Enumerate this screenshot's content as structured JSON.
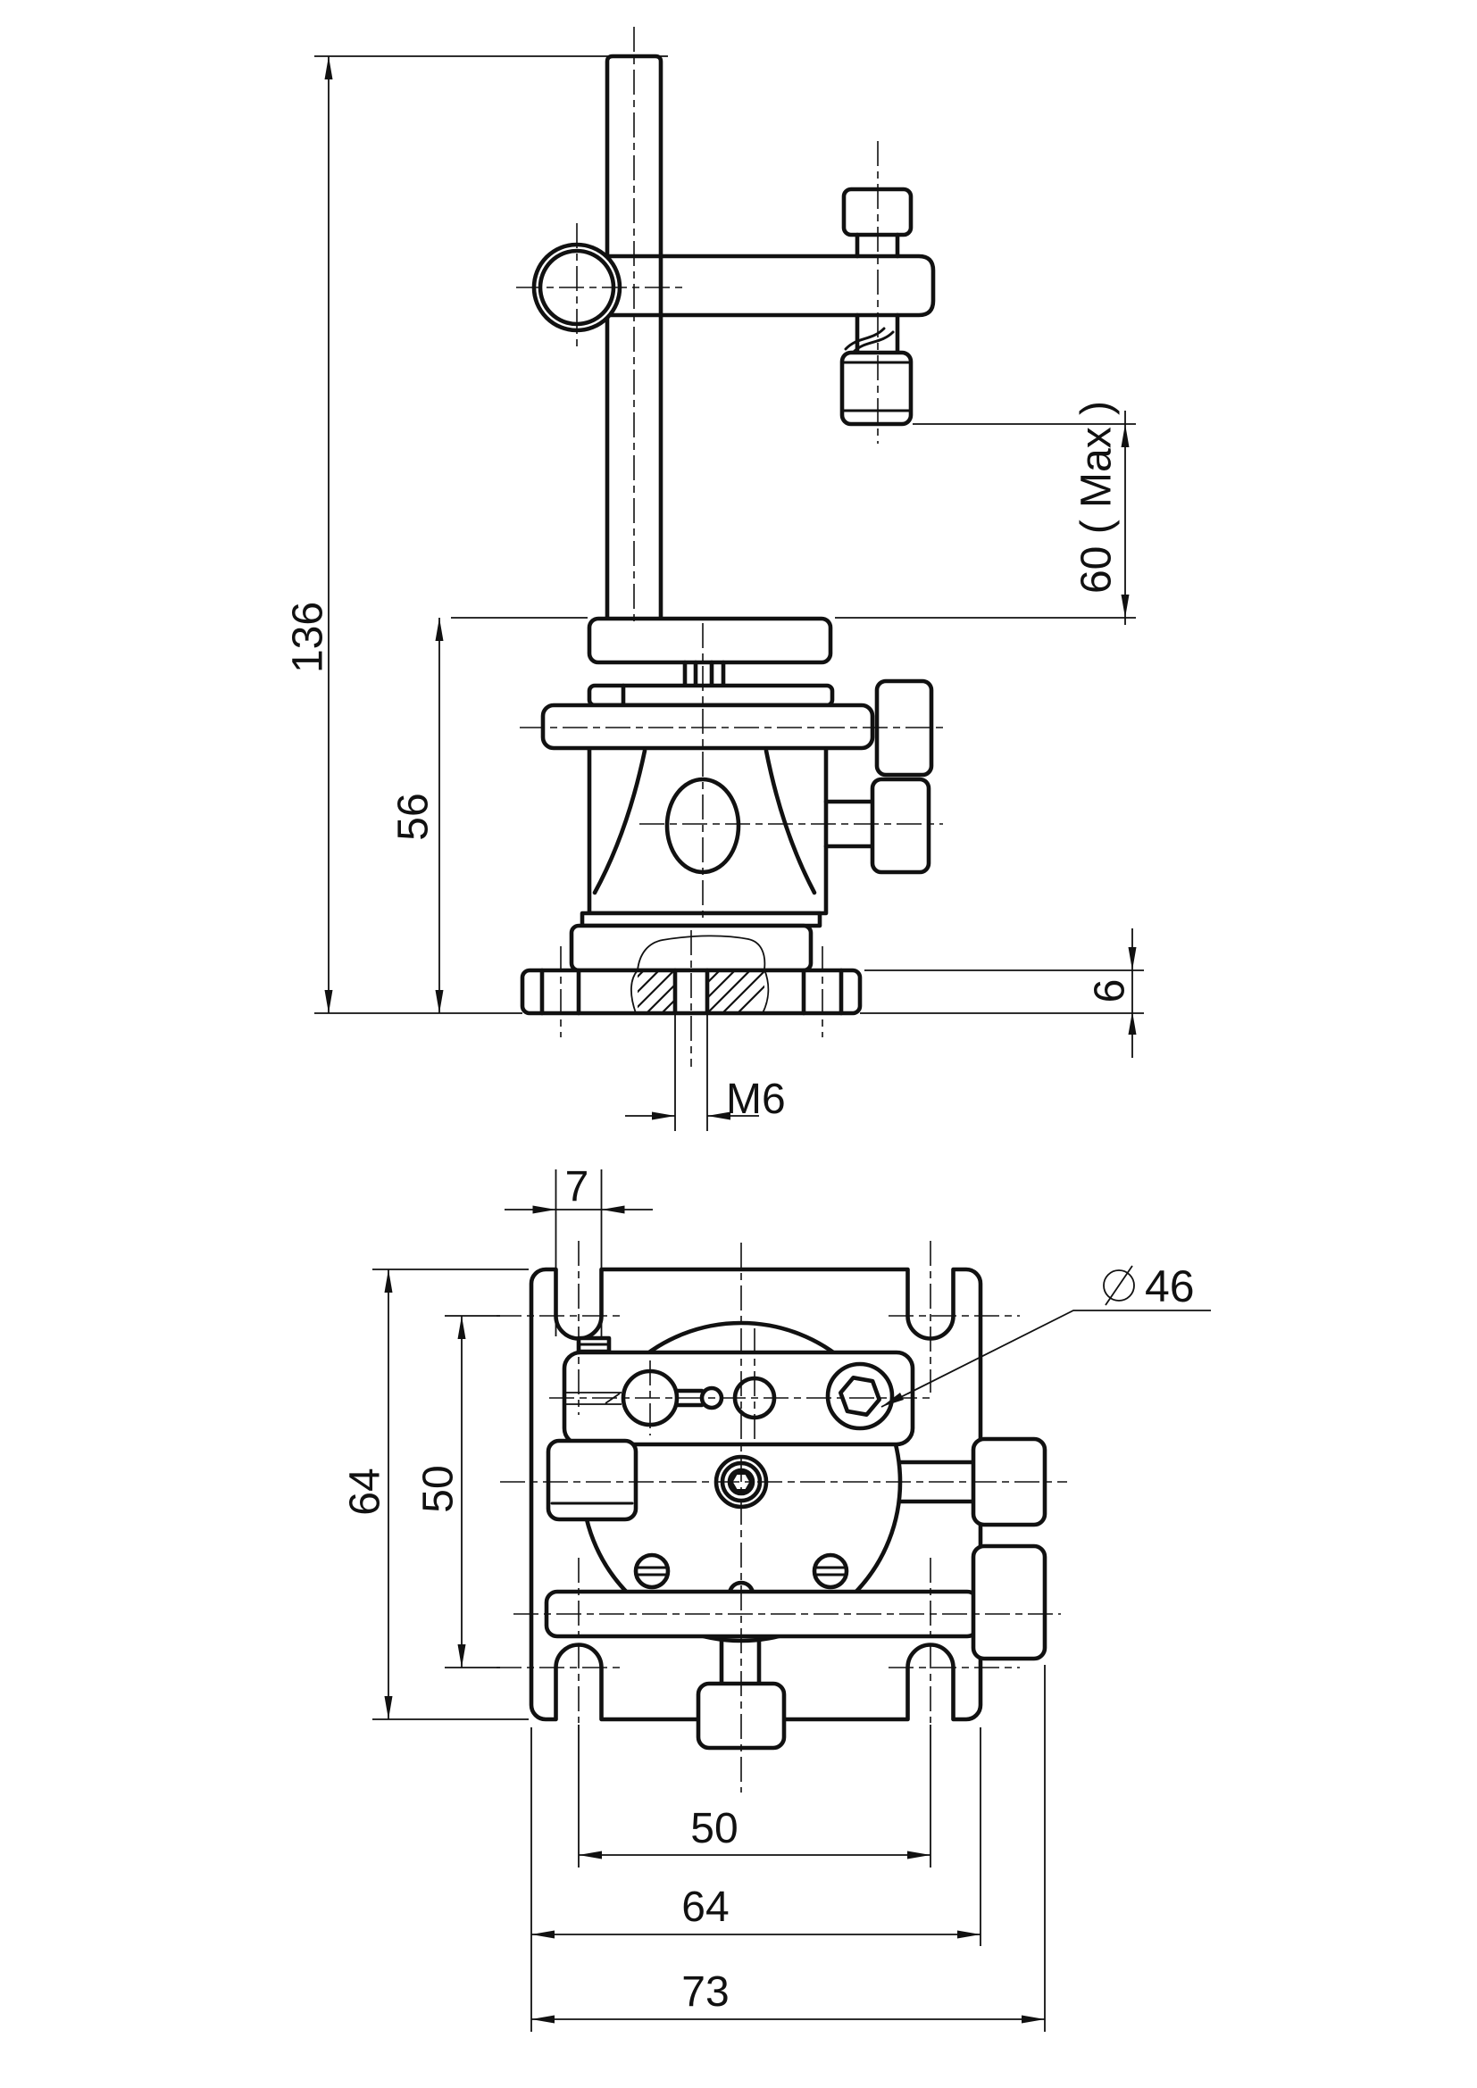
{
  "front_view": {
    "dims": {
      "overall_height": "136",
      "stage_height": "56",
      "travel_max": "60 ( Max )",
      "base_thickness": "6",
      "mount_thread": "M6"
    }
  },
  "plan_view": {
    "dims": {
      "slot_width": "7",
      "platform_diameter": "46",
      "hole_spacing_vertical": "50",
      "plate_depth": "64",
      "hole_spacing_horizontal": "50",
      "plate_width": "64",
      "overall_width": "73"
    },
    "symbols": {
      "diameter": "∅"
    }
  },
  "colors": {
    "line": "#111111",
    "background": "#ffffff"
  }
}
